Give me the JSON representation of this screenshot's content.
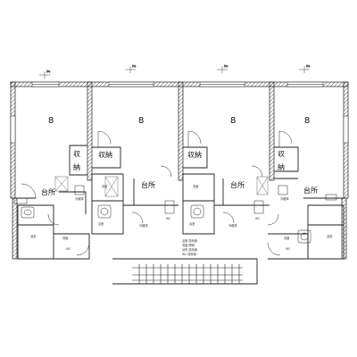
{
  "plan": {
    "units": [
      {
        "tatami": "8",
        "storage": [
          "収",
          "納"
        ],
        "kitchen": "台所",
        "small_labels": [
          "浴室",
          "洗面",
          "WC",
          "冷蔵庫"
        ]
      },
      {
        "tatami": "8",
        "storage": [
          "収",
          "納"
        ],
        "kitchen": "台所",
        "small_labels": [
          "浴室",
          "洗面",
          "WC",
          "冷蔵庫"
        ]
      },
      {
        "tatami": "8",
        "storage": [
          "収",
          "納"
        ],
        "kitchen": "台所",
        "small_labels": [
          "浴室",
          "洗面",
          "WC",
          "冷蔵庫"
        ]
      },
      {
        "tatami": "8",
        "storage": [
          "収",
          "納"
        ],
        "kitchen": "台所",
        "small_labels": [
          "浴室",
          "洗面",
          "WC",
          "冷蔵庫"
        ]
      }
    ],
    "legend": [
      "浴室 換気扇",
      "洗面 照明",
      "台所 換気扇",
      "WC 換気扇"
    ]
  }
}
